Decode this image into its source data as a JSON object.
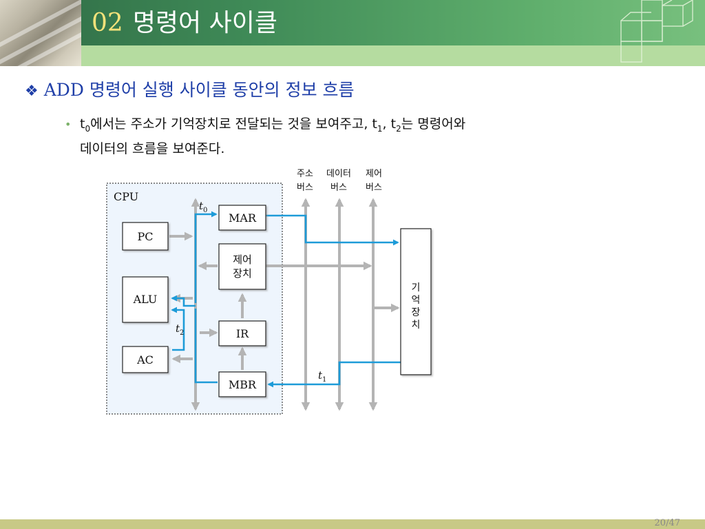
{
  "slide": {
    "number": "02",
    "title": "명령어 사이클",
    "page": "20/47"
  },
  "heading": {
    "bullet": "❖",
    "text": "ADD 명령어 실행 사이클 동안의 정보 흐름"
  },
  "description": {
    "bullet": "•",
    "t": "t",
    "sub0": "0",
    "part1": "에서는 주소가 기억장치로 전달되는 것을 보여주고, ",
    "t1": "t",
    "sub1": "1",
    "comma": ", ",
    "t2": "t",
    "sub2": "2",
    "part2": "는 명령어와",
    "line2": "데이터의 흐름을 보여준다."
  },
  "diagram": {
    "cpu_label": "CPU",
    "blocks": {
      "pc": "PC",
      "alu": "ALU",
      "ac": "AC",
      "mar": "MAR",
      "control_line1": "제어",
      "control_line2": "장치",
      "ir": "IR",
      "mbr": "MBR"
    },
    "memory": [
      "기",
      "억",
      "장",
      "치"
    ],
    "buses": {
      "address_line1": "주소",
      "address_line2": "버스",
      "data_line1": "데이터",
      "data_line2": "버스",
      "control_line1": "제어",
      "control_line2": "버스"
    },
    "time_labels": {
      "t0": "t",
      "t0_sub": "0",
      "t1": "t",
      "t1_sub": "1",
      "t2": "t",
      "t2_sub": "2"
    },
    "colors": {
      "flow": "#1d9bd8",
      "bus": "#b4b4b4",
      "cpu_fill": "#eef5fd"
    }
  }
}
